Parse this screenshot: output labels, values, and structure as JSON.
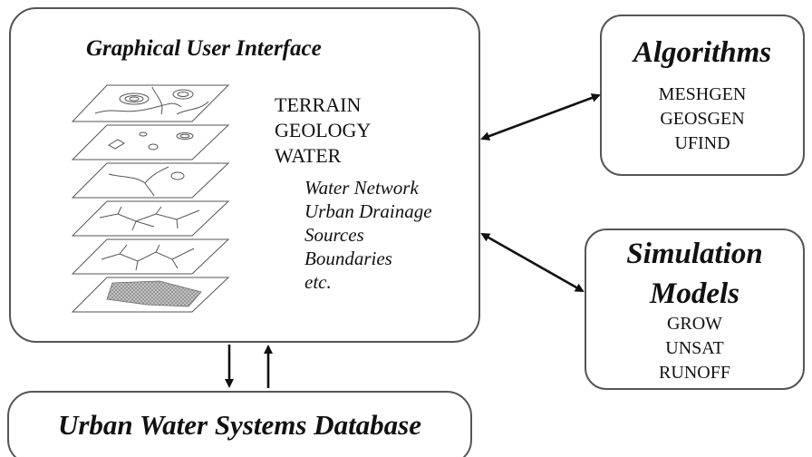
{
  "gui": {
    "title": "Graphical User Interface",
    "layers": [
      "TERRAIN",
      "GEOLOGY",
      "WATER"
    ],
    "water_items": [
      "Water Network",
      "Urban Drainage",
      "Sources",
      "Boundaries",
      "etc."
    ]
  },
  "algorithms": {
    "title": "Algorithms",
    "items": [
      "MESHGEN",
      "GEOSGEN",
      "UFIND"
    ]
  },
  "simulation": {
    "title_line1": "Simulation",
    "title_line2": "Models",
    "items": [
      "GROW",
      "UNSAT",
      "RUNOFF"
    ]
  },
  "database": {
    "title": "Urban Water Systems Database"
  }
}
